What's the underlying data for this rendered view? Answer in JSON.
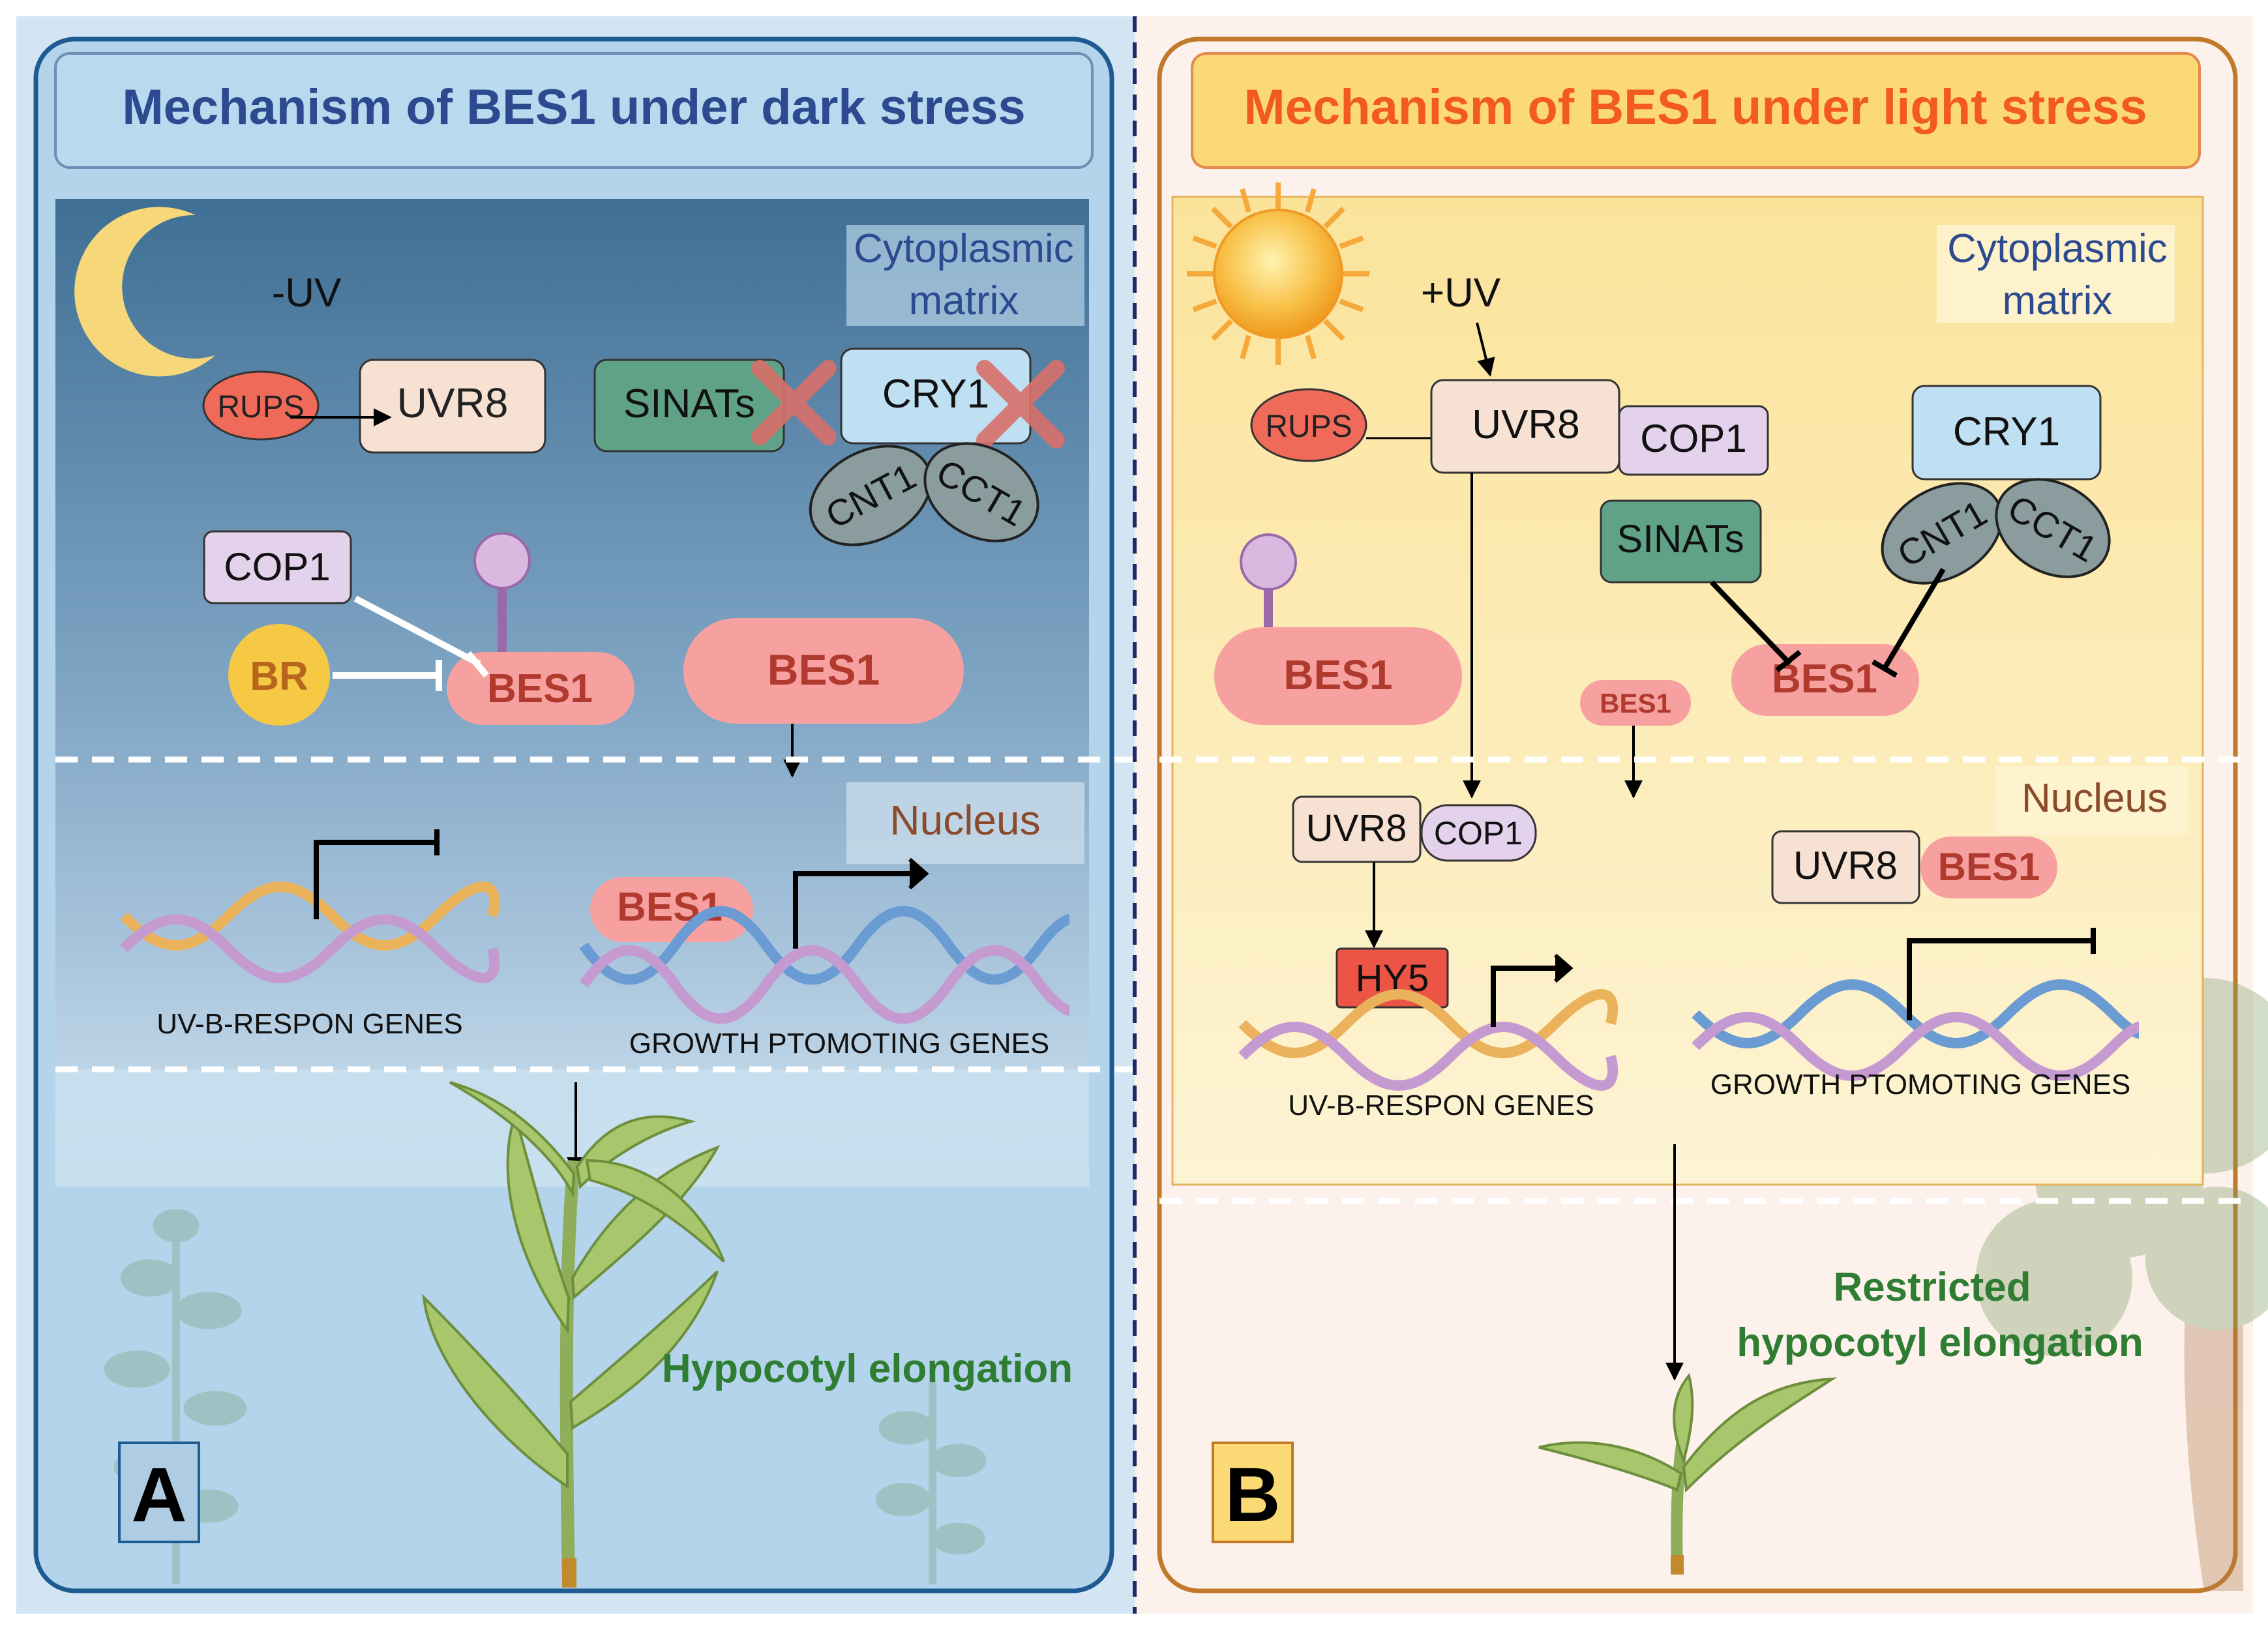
{
  "panel_a": {
    "title": "Mechanism of BES1 under dark stress",
    "cyto_label_line1": "Cytoplasmic",
    "cyto_label_line2": "matrix",
    "uv_label": "-UV",
    "rups": "RUPS",
    "uvr8": "UVR8",
    "sinats": "SINATs",
    "cry1": "CRY1",
    "cnt1": "CNT1",
    "cct1": "CCT1",
    "cop1": "COP1",
    "br": "BR",
    "bes1_small": "BES1",
    "bes1_large": "BES1",
    "nucleus_label": "Nucleus",
    "bes1_nucleus": "BES1",
    "uvb_genes": "UV-B-RESPON GENES",
    "growth_genes": "GROWTH PTOMOTING GENES",
    "outcome": "Hypocotyl elongation",
    "panel_letter": "A"
  },
  "panel_b": {
    "title": "Mechanism of BES1 under light stress",
    "cyto_label_line1": "Cytoplasmic",
    "cyto_label_line2": "matrix",
    "uv_label": "+UV",
    "rups": "RUPS",
    "uvr8": "UVR8",
    "cop1": "COP1",
    "cry1": "CRY1",
    "sinats": "SINATs",
    "cnt1": "CNT1",
    "cct1": "CCT1",
    "bes1_left": "BES1",
    "bes1_center": "BES1",
    "bes1_right": "BES1",
    "nucleus_label": "Nucleus",
    "uvr8_nuc": "UVR8",
    "cop1_nuc": "COP1",
    "uvr8_nuc2": "UVR8",
    "bes1_nuc": "BES1",
    "hy5": "HY5",
    "uvb_genes": "UV-B-RESPON GENES",
    "growth_genes": "GROWTH PTOMOTING GENES",
    "outcome_line1": "Restricted",
    "outcome_line2": "hypocotyl elongation",
    "panel_letter": "B"
  },
  "colors": {
    "dark_title": "#2b4a8f",
    "light_title": "#f25a1e",
    "outcome_green": "#2f7d32",
    "bes1_text": "#b03a2e",
    "nucleus_text": "#8b4a2b",
    "cyto_text": "#2b4a8f"
  }
}
